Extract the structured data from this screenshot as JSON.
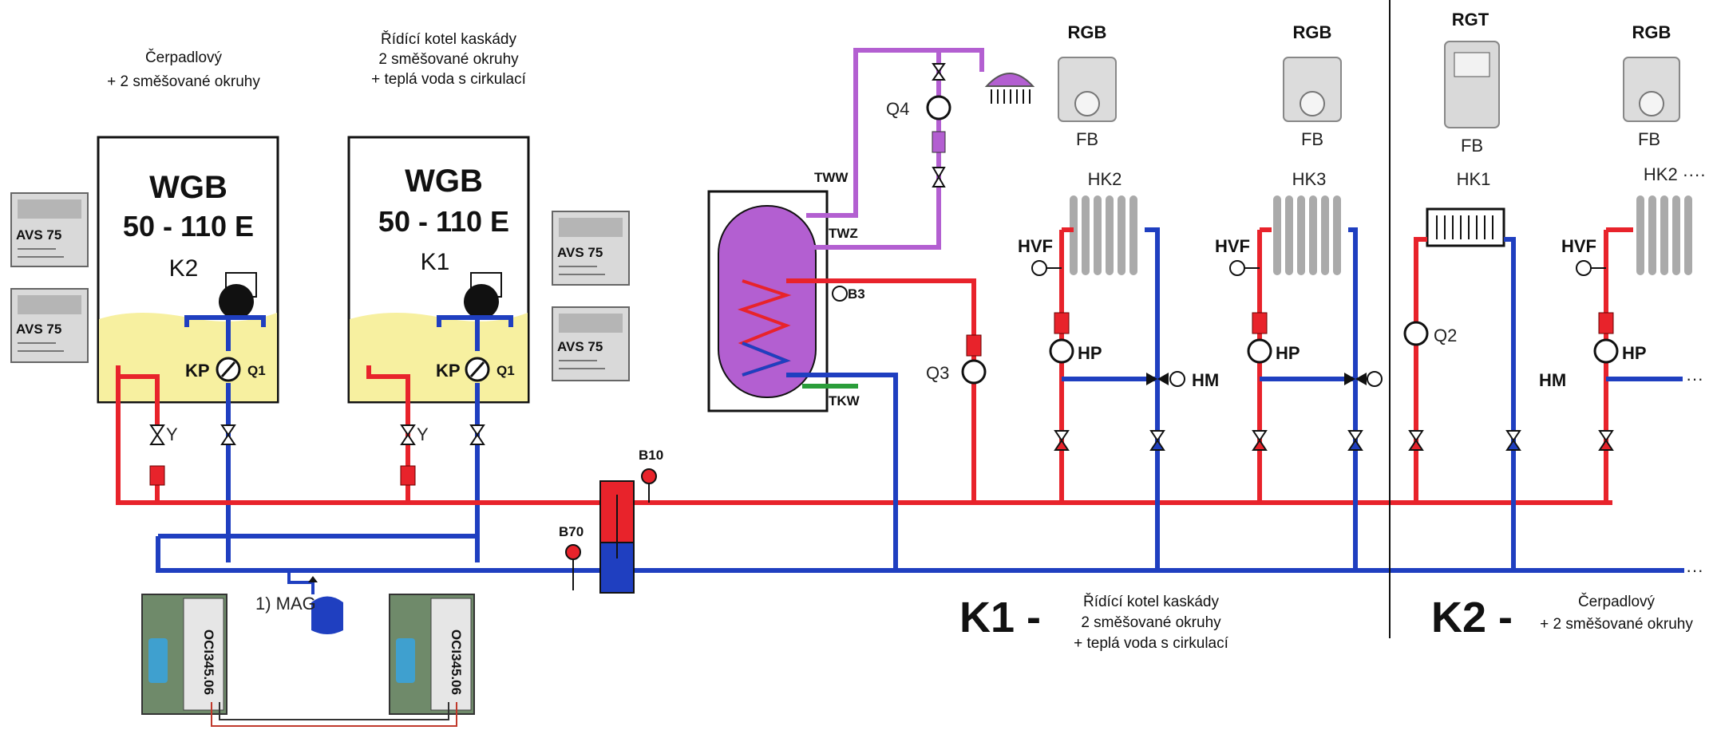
{
  "boilers": [
    {
      "caption": [
        "Čerpadlový",
        "+ 2 směšované okruhy"
      ],
      "title": "WGB",
      "model": "50 - 110 E",
      "code": "K2",
      "pump_label": "KP",
      "pump_code": "Q1",
      "valve_label": "Y"
    },
    {
      "caption": [
        "Řídící kotel kaskády",
        "2 směšované okruhy",
        "+ teplá voda s cirkulací"
      ],
      "title": "WGB",
      "model": "50 - 110 E",
      "code": "K1",
      "pump_label": "KP",
      "pump_code": "Q1",
      "valve_label": "Y"
    }
  ],
  "controllers": [
    "AVS 75",
    "AVS 75",
    "AVS 75",
    "AVS 75"
  ],
  "oci_modules": [
    "OCI345.06",
    "OCI345.06"
  ],
  "mag_label": "1) MAG",
  "tank": {
    "tww": "TWW",
    "twz": "TWZ",
    "tkw": "TKW",
    "b3": "B3"
  },
  "pumps": {
    "q4": "Q4",
    "q3": "Q3",
    "q2": "Q2"
  },
  "sensors": {
    "b10": "B10",
    "b70": "B70"
  },
  "circuits": [
    {
      "remote": "RGB",
      "fb": "FB",
      "name": "HK2",
      "hvf": "HVF",
      "hp": "HP",
      "hm": "HM"
    },
    {
      "remote": "RGB",
      "fb": "FB",
      "name": "HK3",
      "hvf": "HVF",
      "hp": "HP"
    },
    {
      "remote": "RGT",
      "fb": "FB",
      "name": "HK1"
    },
    {
      "remote": "RGB",
      "fb": "FB",
      "name": "HK2 ····",
      "hvf": "HVF",
      "hp": "HP",
      "hm": "HM"
    }
  ],
  "summary": [
    {
      "label": "K1 -",
      "text": [
        "Řídící kotel kaskády",
        "2 směšované okruhy",
        "+ teplá voda s cirkulací"
      ]
    },
    {
      "label": "K2 -",
      "text": [
        "Čerpadlový",
        "+ 2 směšované okruhy"
      ]
    }
  ],
  "continuation": "···",
  "colors": {
    "supply": "#e8232b",
    "return": "#1f3fc0",
    "dhw": "#b35fd1",
    "cold": "#2a9d3a",
    "boiler_water": "#f7f0a0"
  }
}
